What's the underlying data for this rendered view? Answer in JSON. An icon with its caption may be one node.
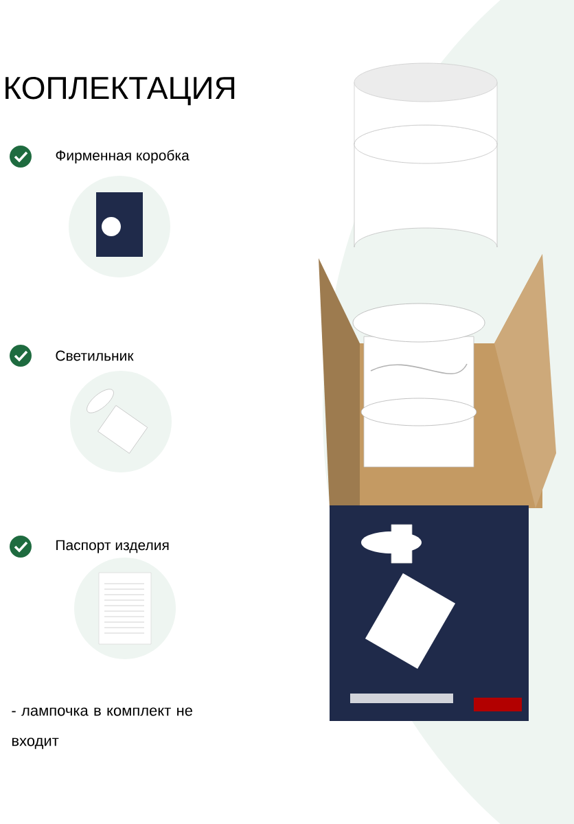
{
  "diagram": {
    "title": "КОПЛЕКТАЦИЯ",
    "labels": [
      "Фирменная коробка",
      "Светильник",
      "Паспорт изделия",
      "- лампочка в комплект не входит"
    ]
  }
}
